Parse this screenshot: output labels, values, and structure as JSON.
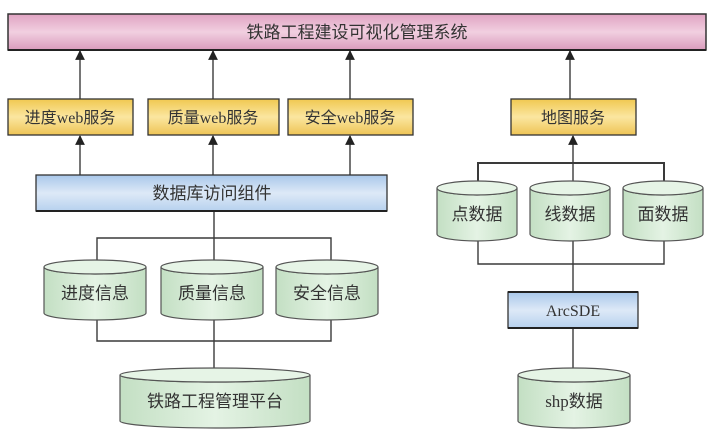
{
  "title": "铁路工程建设可视化管理系统",
  "services": [
    {
      "label": "进度web服务"
    },
    {
      "label": "质量web服务"
    },
    {
      "label": "安全web服务"
    },
    {
      "label": "地图服务"
    }
  ],
  "db_access": {
    "label": "数据库访问组件"
  },
  "info_dbs": [
    {
      "label": "进度信息"
    },
    {
      "label": "质量信息"
    },
    {
      "label": "安全信息"
    }
  ],
  "platform": {
    "label": "铁路工程管理平台"
  },
  "geo_dbs": [
    {
      "label": "点数据"
    },
    {
      "label": "线数据"
    },
    {
      "label": "面数据"
    }
  ],
  "arcsde": {
    "label": "ArcSDE"
  },
  "shp": {
    "label": "shp数据"
  },
  "colors": {
    "title_fill": "#e8b8d0",
    "service_fill": "#f6d77a",
    "access_fill": "#c7dcf2",
    "db_fill": "#d6ecd6",
    "line": "#3a3a3a"
  }
}
